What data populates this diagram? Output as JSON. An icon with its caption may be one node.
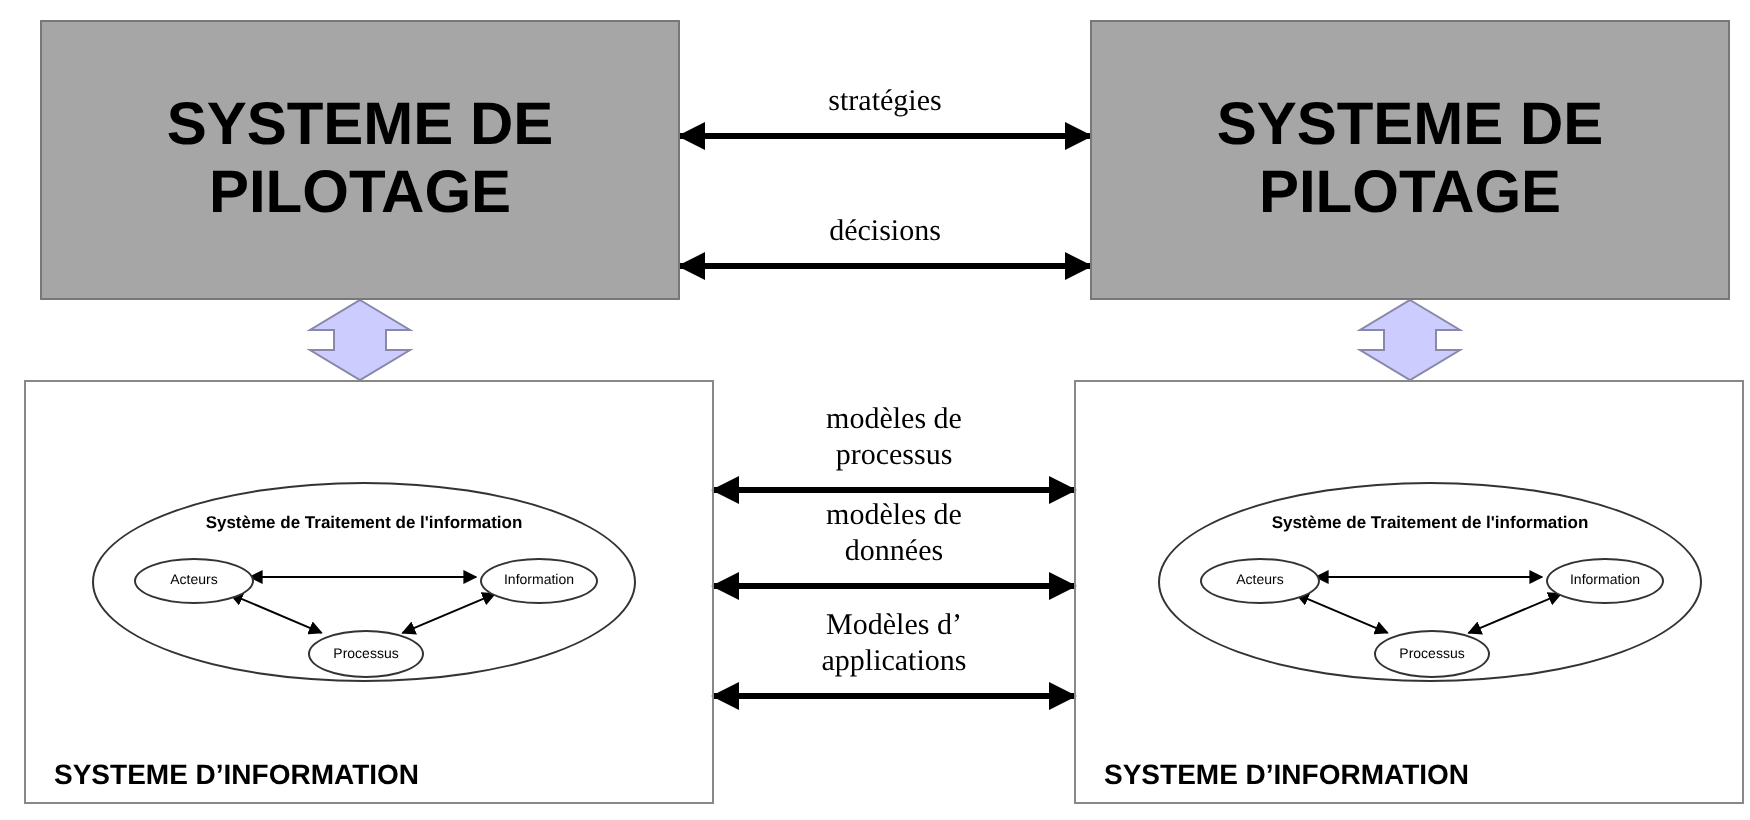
{
  "diagram": {
    "nodes": [
      {
        "text": [
          "SYSTEME DE PILOTAGE"
        ]
      },
      {
        "text": [
          "SYSTEME DE PILOTAGE"
        ]
      },
      {
        "text": [
          "SYSTEME D’INFORMATION"
        ]
      },
      {
        "text": [
          "Système de Traitement de l'information"
        ],
        "in": 2
      },
      {
        "text": [
          "Acteurs"
        ],
        "in": 3
      },
      {
        "text": [
          "Information"
        ],
        "in": 3
      },
      {
        "text": [
          "Processus"
        ],
        "in": 3
      },
      {
        "text": [
          "SYSTEME D’INFORMATION"
        ]
      },
      {
        "text": [
          "Système de Traitement de l'information"
        ],
        "in": 7
      },
      {
        "text": [
          "Acteurs"
        ],
        "in": 8
      },
      {
        "text": [
          "Information"
        ],
        "in": 8
      },
      {
        "text": [
          "Processus"
        ],
        "in": 8
      }
    ],
    "edges": [
      {
        "from": 0,
        "to": 1,
        "arrow": "both",
        "label": "stratégies",
        "style": "thick"
      },
      {
        "from": 0,
        "to": 1,
        "arrow": "both",
        "label": "décisions",
        "style": "thick"
      },
      {
        "from": 0,
        "to": 2,
        "arrow": "both",
        "style": "thick",
        "color": "#ccccff"
      },
      {
        "from": 1,
        "to": 7,
        "arrow": "both",
        "style": "thick",
        "color": "#ccccff"
      },
      {
        "from": 2,
        "to": 7,
        "arrow": "both",
        "label": "modèles de processus",
        "style": "thick"
      },
      {
        "from": 2,
        "to": 7,
        "arrow": "both",
        "label": "modèles de données",
        "style": "thick"
      },
      {
        "from": 2,
        "to": 7,
        "arrow": "both",
        "label": "Modèles d’ applications",
        "style": "thick"
      },
      {
        "from": 4,
        "to": 5,
        "arrow": "both"
      },
      {
        "from": 4,
        "to": 6,
        "arrow": "both"
      },
      {
        "from": 5,
        "to": 6,
        "arrow": "both"
      },
      {
        "from": 9,
        "to": 10,
        "arrow": "both"
      },
      {
        "from": 9,
        "to": 11,
        "arrow": "both"
      },
      {
        "from": 10,
        "to": 11,
        "arrow": "both"
      }
    ]
  }
}
